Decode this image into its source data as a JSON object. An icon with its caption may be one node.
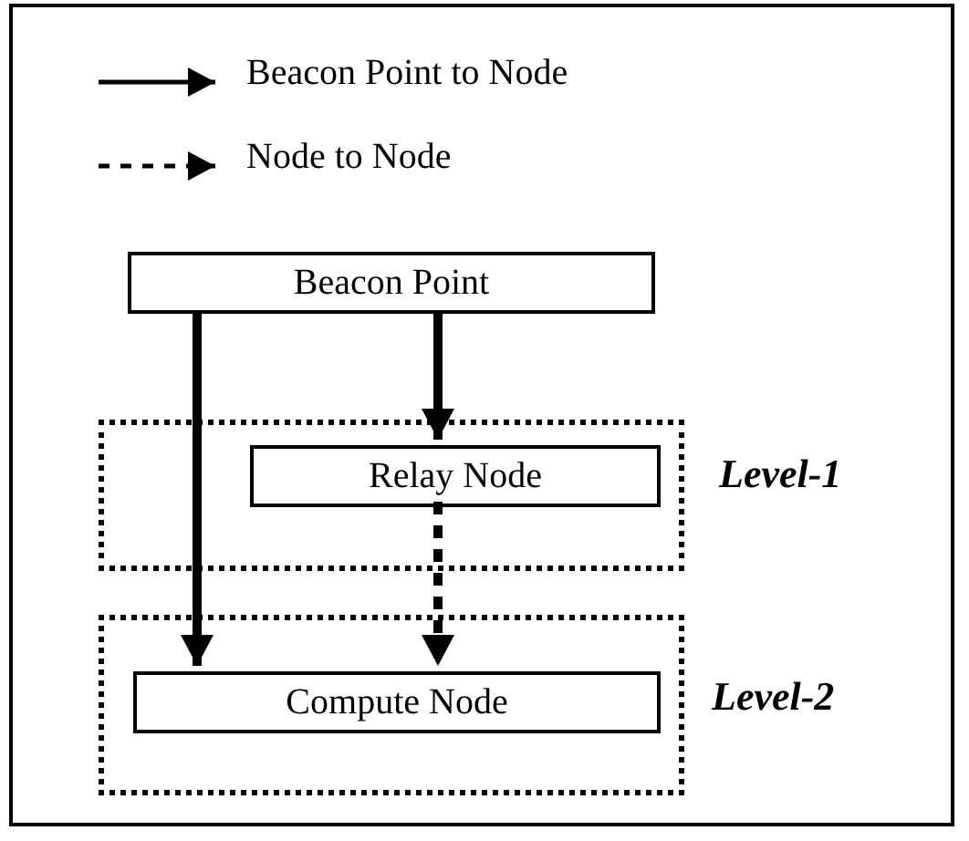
{
  "diagram": {
    "nodes": [
      {
        "text": [
          "Beacon Point"
        ]
      },
      {
        "text": [],
        "shape": "box",
        "beside": [
          "Level-1"
        ]
      },
      {
        "text": [
          "Relay Node"
        ],
        "in": 1
      },
      {
        "text": [],
        "shape": "box",
        "beside": [
          "Level-2"
        ]
      },
      {
        "text": [
          "Compute Node"
        ],
        "in": 3
      }
    ],
    "edges": [
      {
        "from": 0,
        "to": 4,
        "arrow": "to"
      },
      {
        "from": 0,
        "to": 2,
        "arrow": "to"
      },
      {
        "from": 2,
        "to": 4,
        "arrow": "to",
        "style": "dashed"
      }
    ],
    "legend": [
      {
        "text": "Beacon Point to Node"
      },
      {
        "text": "Node to Node"
      }
    ]
  }
}
